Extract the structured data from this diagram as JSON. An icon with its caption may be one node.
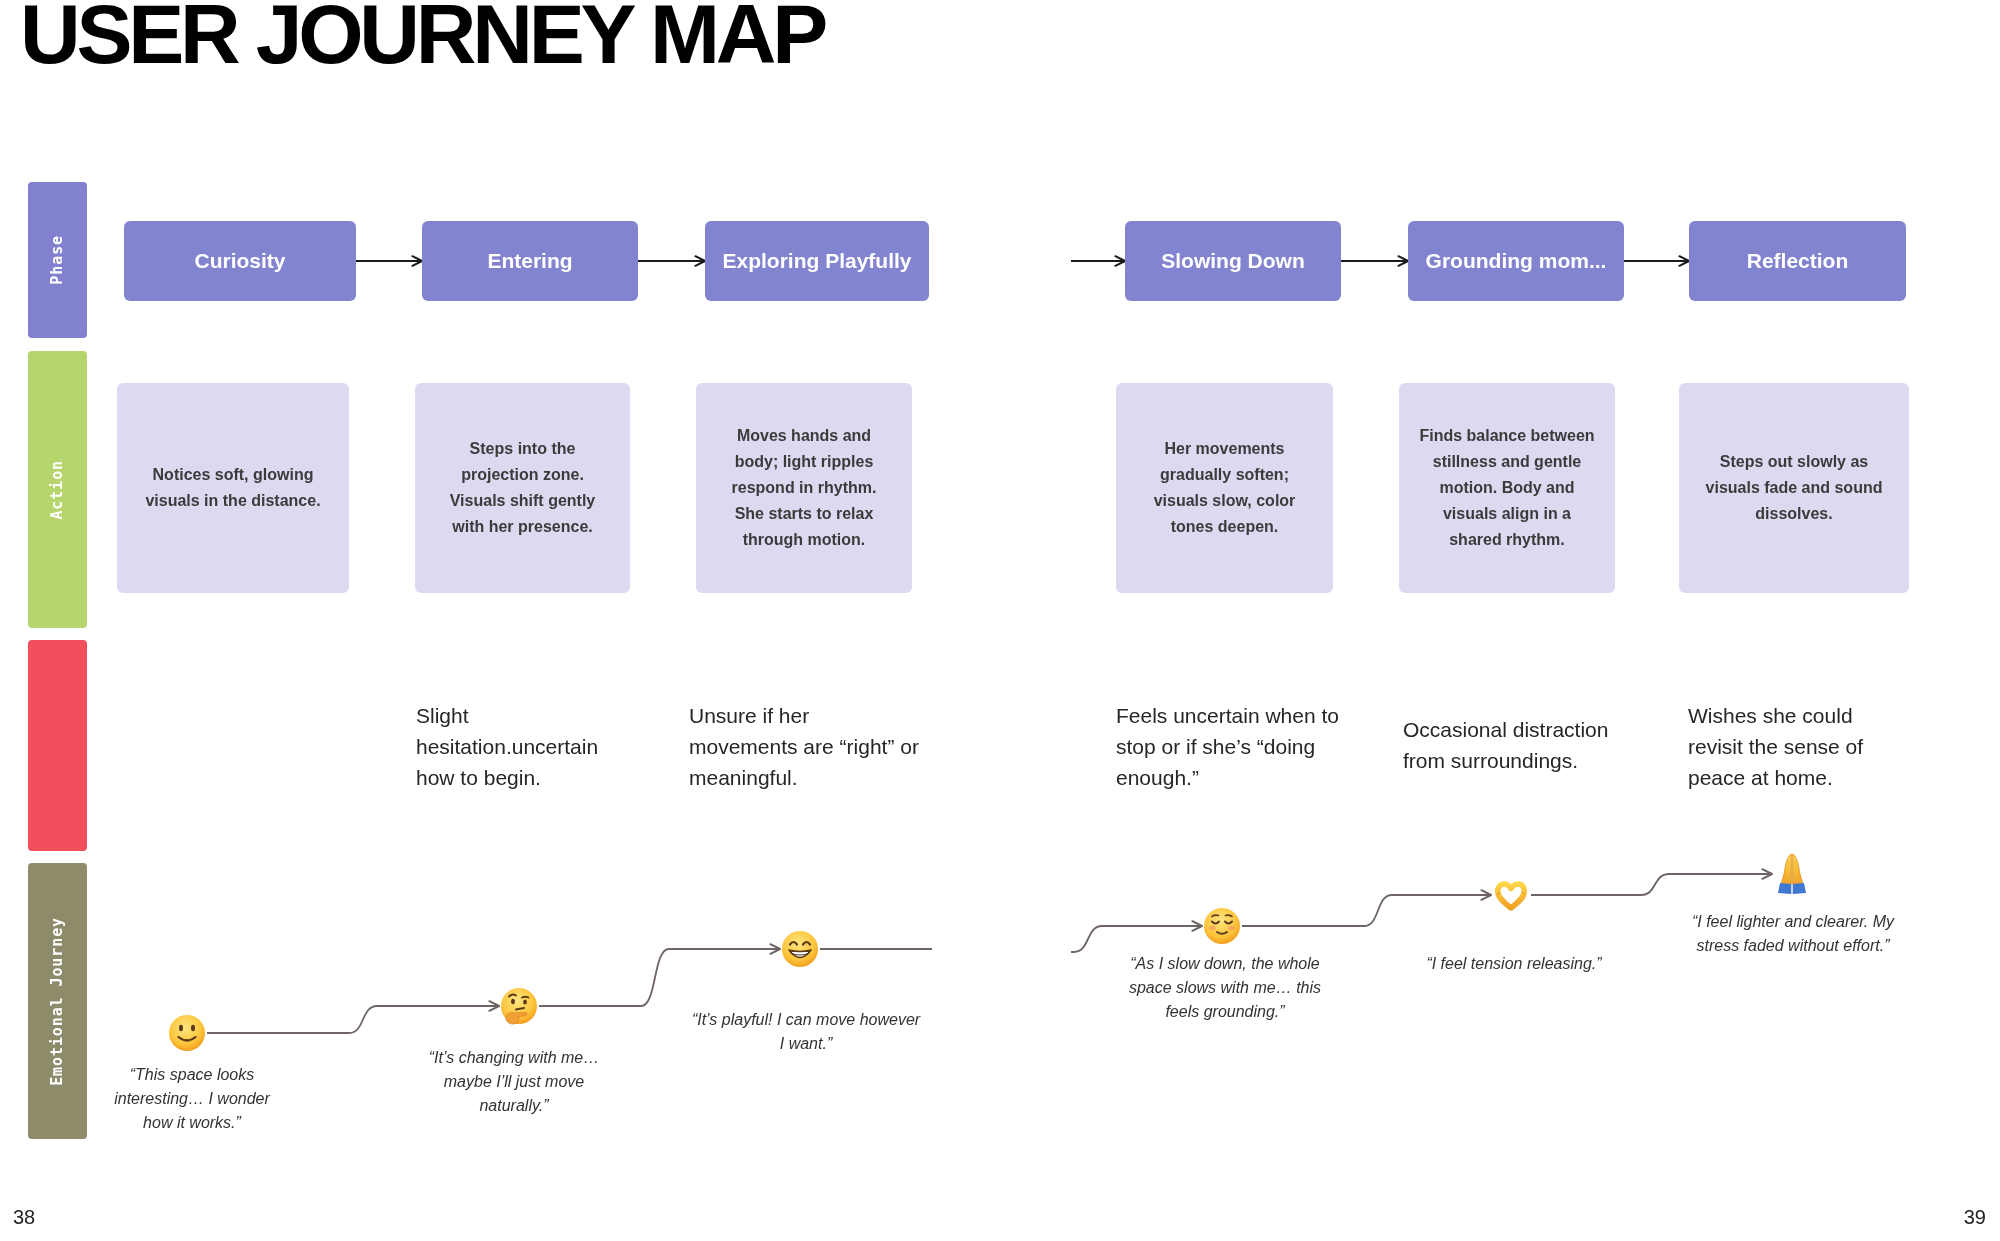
{
  "diagram": {
    "title": "USER JOURNEY MAP",
    "nodes": [
      {
        "text": [
          "Phase"
        ]
      },
      {
        "text": [
          "Curiosity"
        ]
      },
      {
        "text": [
          "Entering"
        ]
      },
      {
        "text": [
          "Exploring Playfully"
        ]
      },
      {
        "text": [
          "Slowing Down"
        ]
      },
      {
        "text": [
          "Grounding mom..."
        ]
      },
      {
        "text": [
          "Reflection"
        ]
      },
      {
        "text": [
          "Action"
        ]
      },
      {
        "text": [
          "Notices soft, glowing visuals in the distance."
        ]
      },
      {
        "text": [
          "Steps into the projection zone. Visuals shift gently with her presence."
        ]
      },
      {
        "text": [
          "Moves hands and body; light ripples respond in rhythm. She starts to relax through motion."
        ]
      },
      {
        "text": [
          "Her movements gradually soften; visuals slow, color tones deepen."
        ]
      },
      {
        "text": [
          "Finds balance between stillness and gentle motion. Body and visuals align in a shared rhythm."
        ]
      },
      {
        "text": [
          "Steps out slowly as visuals fade and sound dissolves."
        ]
      },
      {
        "text": [],
        "shape": "bar"
      },
      {
        "text": [
          "Emotional Journey"
        ]
      },
      {
        "text": [],
        "shape": "picture",
        "beside": [
          "“This space looks interesting… I wonder how it works.”"
        ]
      },
      {
        "text": [],
        "shape": "picture",
        "beside": [
          "“It’s changing with me… maybe I’ll just move naturally.”"
        ]
      },
      {
        "text": [],
        "shape": "picture",
        "beside": [
          "“It’s playful! I can move however I want.”"
        ]
      },
      {
        "text": [],
        "shape": "picture",
        "beside": [
          "“As I slow down, the whole space slows with me… this feels grounding.”"
        ]
      },
      {
        "text": [],
        "shape": "picture",
        "beside": [
          "“I feel tension releasing.”"
        ]
      },
      {
        "text": [],
        "shape": "picture",
        "beside": [
          "“I feel lighter and clearer. My stress faded without effort.”"
        ]
      }
    ],
    "edges": [
      {
        "from": 1,
        "to": 2,
        "arrow": "to",
        "color": "#1a1a1a"
      },
      {
        "from": 2,
        "to": 3,
        "arrow": "to",
        "color": "#1a1a1a"
      },
      {
        "from": null,
        "to": 4,
        "arrow": "to",
        "color": "#1a1a1a"
      },
      {
        "from": 4,
        "to": 5,
        "arrow": "to",
        "color": "#1a1a1a"
      },
      {
        "from": 5,
        "to": 6,
        "arrow": "to",
        "color": "#1a1a1a"
      },
      {
        "from": 16,
        "to": 17,
        "arrow": "to"
      },
      {
        "from": 17,
        "to": 18,
        "arrow": "to"
      },
      {
        "from": 18,
        "to": null,
        "arrow": "none"
      },
      {
        "from": null,
        "to": 19,
        "arrow": "to"
      },
      {
        "from": 19,
        "to": 20,
        "arrow": "to"
      },
      {
        "from": 20,
        "to": 21,
        "arrow": "to"
      }
    ],
    "labels": [
      "Slight hesitation.uncertain how to begin.",
      "Unsure if her movements are “right” or meaningful.",
      "Feels uncertain when to stop or if she’s “doing enough.”",
      "Occasional distraction from surroundings.",
      "Wishes she could revisit the sense of peace at home.",
      "38",
      "39"
    ]
  }
}
